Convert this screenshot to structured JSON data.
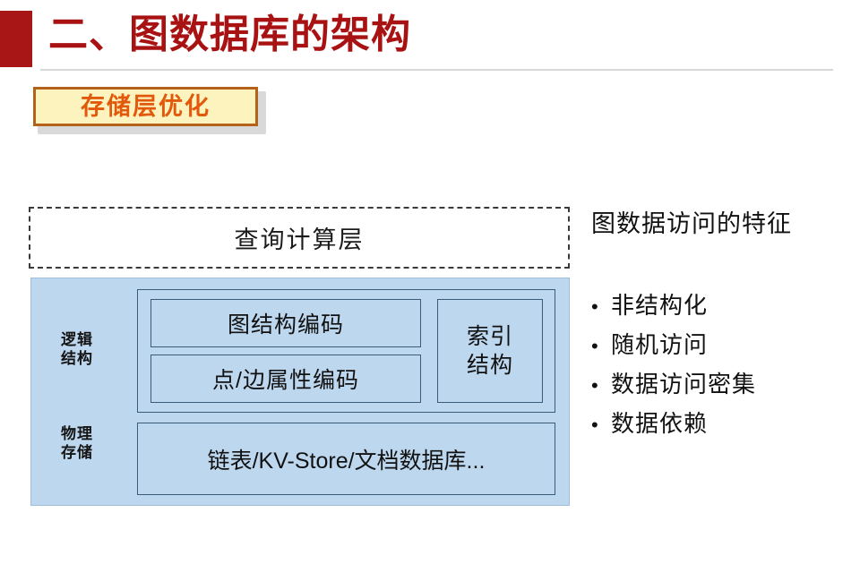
{
  "slide": {
    "title": "二、图数据库的架构",
    "accent_color": "#A81212",
    "subtitle_chip": {
      "label": "存储层优化",
      "fill_color": "#FCF3BE",
      "border_color": "#B4621A",
      "text_color": "#E2590B"
    }
  },
  "diagram": {
    "panel_color": "#BDD7EE",
    "query_layer": {
      "label": "查询计算层"
    },
    "rows": [
      {
        "row_label": "逻辑\n结构",
        "row_label_line1": "逻辑",
        "row_label_line2": "结构",
        "boxes": [
          {
            "label": "图结构编码"
          },
          {
            "label": "点/边属性编码"
          }
        ],
        "side_box": {
          "line1": "索引",
          "line2": "结构"
        }
      },
      {
        "row_label_line1": "物理",
        "row_label_line2": "存储",
        "boxes": [
          {
            "label": "链表/KV-Store/文档数据库..."
          }
        ]
      }
    ]
  },
  "right_column": {
    "heading": "图数据访问的特征",
    "bullet_glyph": "•",
    "bullets": [
      "非结构化",
      "随机访问",
      "数据访问密集",
      "数据依赖"
    ]
  }
}
